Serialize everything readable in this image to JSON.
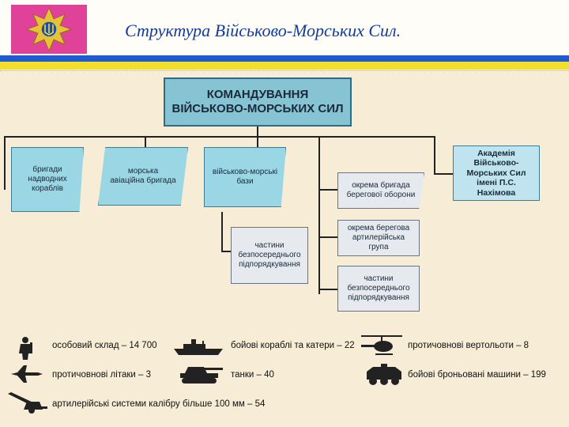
{
  "header": {
    "title": "Структура Військово-Морських Сил."
  },
  "diagram": {
    "command": {
      "line1": "КОМАНДУВАННЯ",
      "line2": "ВІЙСЬКОВО-МОРСЬКИХ СИЛ"
    },
    "units": {
      "surface_ships": "бригади надводних кораблів",
      "naval_aviation": "морська авіаційна бригада",
      "naval_bases": "військово-морські бази",
      "direct_units_bases": "частини безпосереднього підпорядкування",
      "coastal_defense": "окрема бригада берегової оборони",
      "coastal_artillery": "окрема берегова артилерійська група",
      "direct_units": "частини безпосереднього підпорядкування",
      "academy": "Академія Військово-Морських Сил імені П.С. Нахімова"
    }
  },
  "legend": {
    "personnel": "особовий склад – 14 700",
    "ships": "бойові кораблі та катери – 22",
    "helicopters": "протичовнові вертольоти – 8",
    "aircraft": "протичовнові літаки – 3",
    "tanks": "танки – 40",
    "armored": "бойові броньовані машини – 199",
    "artillery": "артилерійські системи калібру більше 100 мм – 54"
  },
  "icons": {
    "emblem": "trident-cross-emblem",
    "personnel": "soldier-icon",
    "ships": "warship-icon",
    "helicopters": "helicopter-icon",
    "aircraft": "jet-icon",
    "tanks": "tank-icon",
    "armored": "armored-vehicle-icon",
    "artillery": "artillery-gun-icon"
  },
  "colors": {
    "emblem_bg": "#e0429a",
    "flag_blue": "#1c5bd2",
    "flag_yellow": "#f4de2c",
    "box_teal": "#9ad6e4",
    "title": "#123d9c"
  }
}
